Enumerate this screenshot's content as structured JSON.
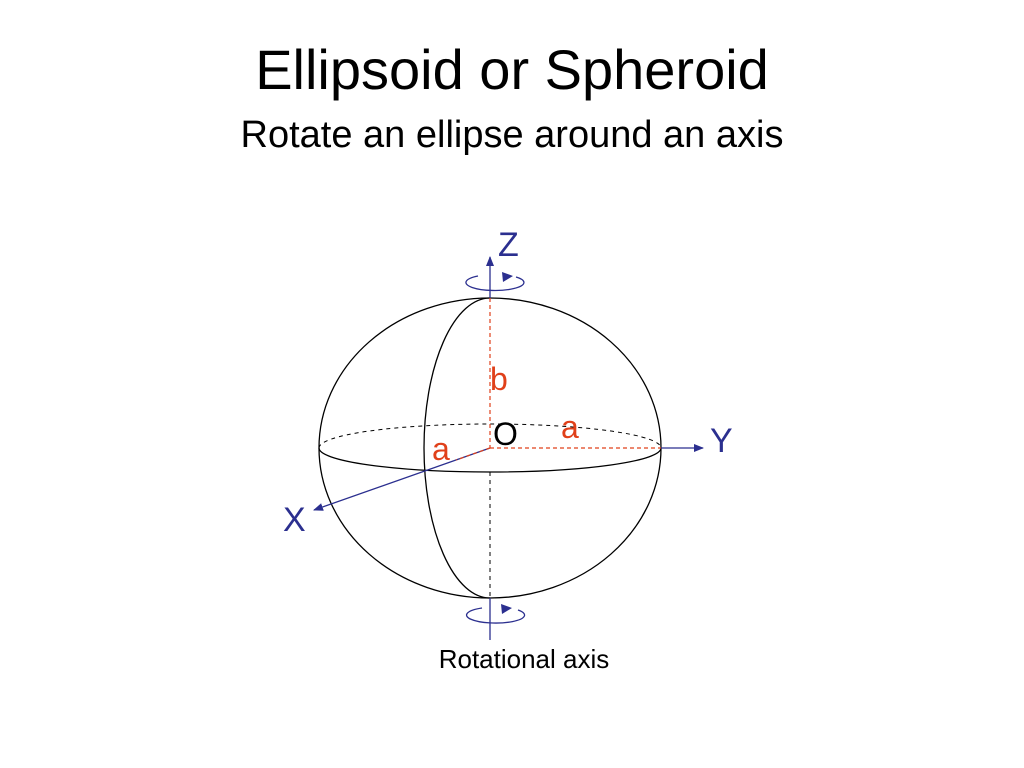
{
  "slide": {
    "title": "Ellipsoid or Spheroid",
    "subtitle": "Rotate an ellipse around an axis"
  },
  "diagram": {
    "axis_labels": {
      "z": "Z",
      "y": "Y",
      "x": "X",
      "origin": "O"
    },
    "dimension_labels": {
      "semi_minor": "b",
      "semi_major_y": "a",
      "semi_major_x": "a"
    },
    "caption": "Rotational axis",
    "colors": {
      "axis": "#2b2f8f",
      "dimension": "#e0401a",
      "outline": "#000000",
      "hidden_line": "#000000"
    }
  }
}
